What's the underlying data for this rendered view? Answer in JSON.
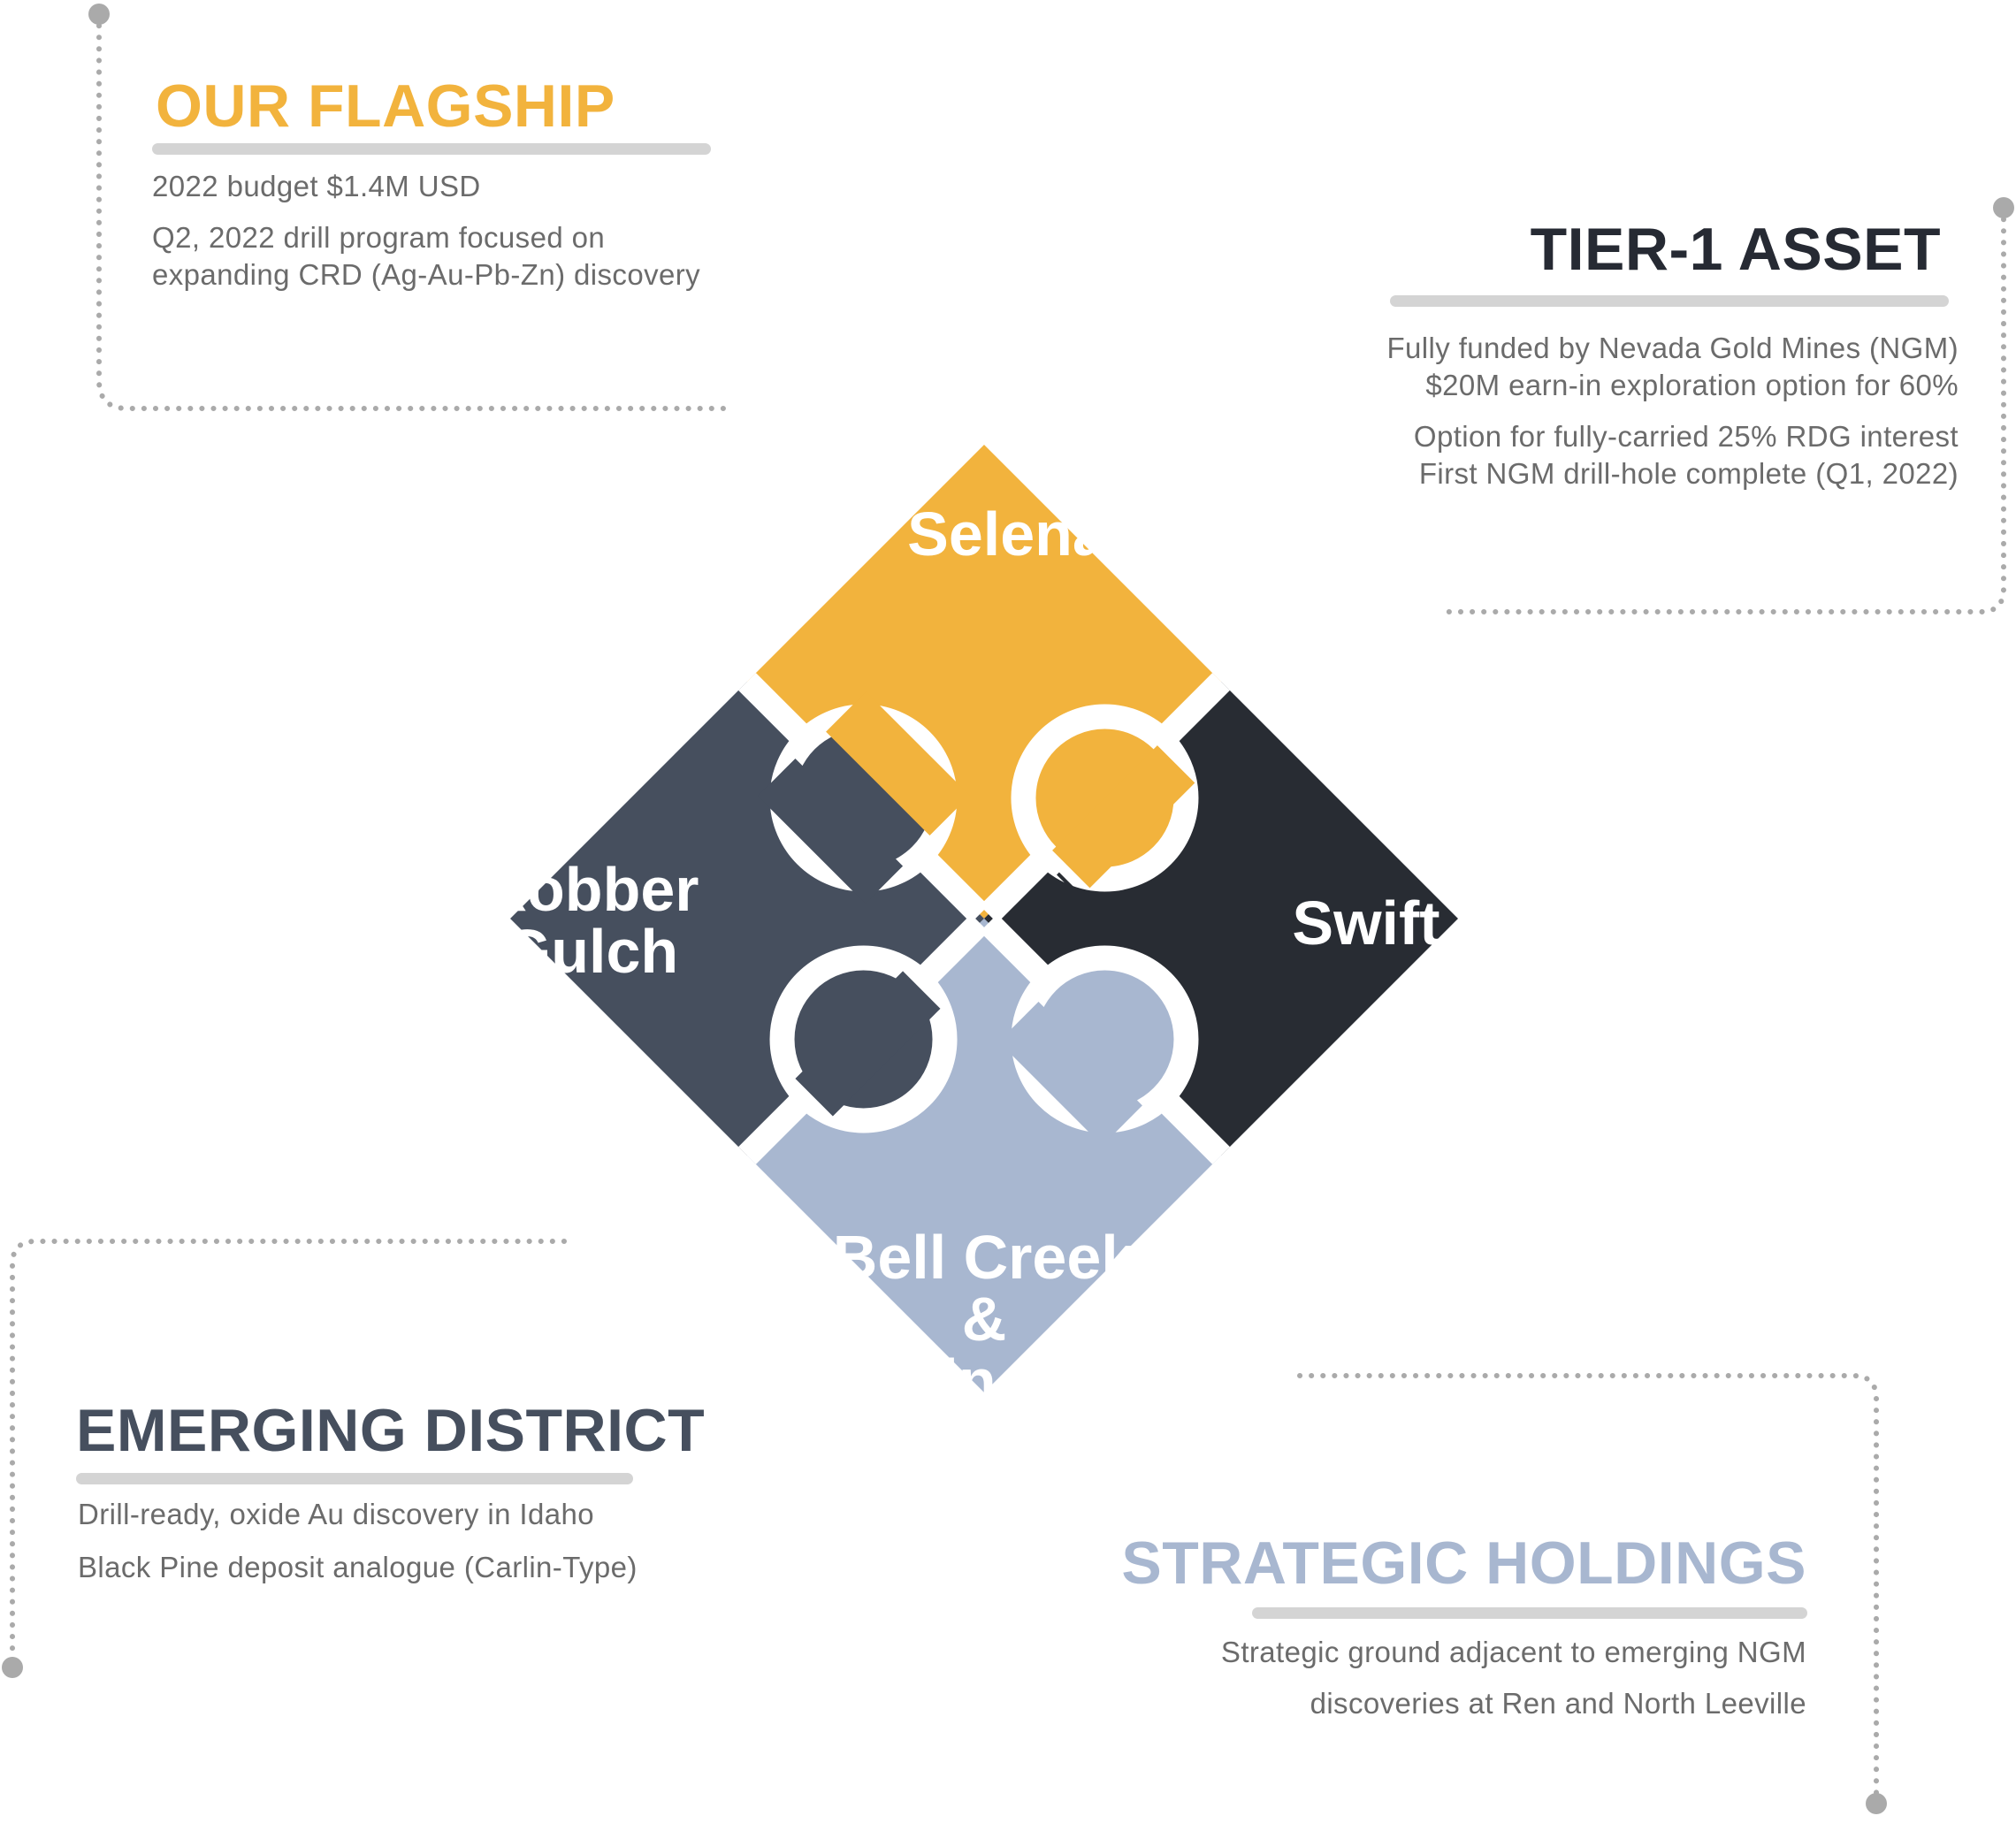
{
  "colors": {
    "gold": "#F2B33D",
    "slate": "#464F5E",
    "charcoal": "#282C33",
    "bluegray": "#A8B7D0",
    "connector": "#AAAAAA",
    "underline": "#D4D4D4",
    "body_text": "#6B6B6B"
  },
  "pieces": {
    "selena": {
      "label": "Selena"
    },
    "robber_gulch": {
      "lines": [
        "Robber",
        "Gulch"
      ]
    },
    "swift": {
      "label": "Swift"
    },
    "bell_creek": {
      "lines": [
        "Bell Creek",
        "&",
        "Carlin-East"
      ]
    }
  },
  "callouts": {
    "flagship": {
      "title": "OUR FLAGSHIP",
      "line1": "2022 budget $1.4M USD",
      "line2": "Q2, 2022 drill program focused on",
      "line3": "expanding CRD (Ag-Au-Pb-Zn) discovery"
    },
    "tier1": {
      "title": "TIER-1 ASSET",
      "line1": "Fully funded by Nevada Gold Mines (NGM)",
      "line2": "$20M earn-in exploration option for 60%",
      "line3": "Option for fully-carried 25% RDG interest",
      "line4": "First NGM drill-hole complete (Q1, 2022)"
    },
    "emerging": {
      "title": "EMERGING DISTRICT",
      "line1": "Drill-ready, oxide Au discovery in Idaho",
      "line2": "Black Pine deposit analogue (Carlin-Type)"
    },
    "strategic": {
      "title": "STRATEGIC HOLDINGS",
      "line1": "Strategic ground adjacent to emerging NGM",
      "line2": "discoveries at Ren and North Leeville"
    }
  }
}
